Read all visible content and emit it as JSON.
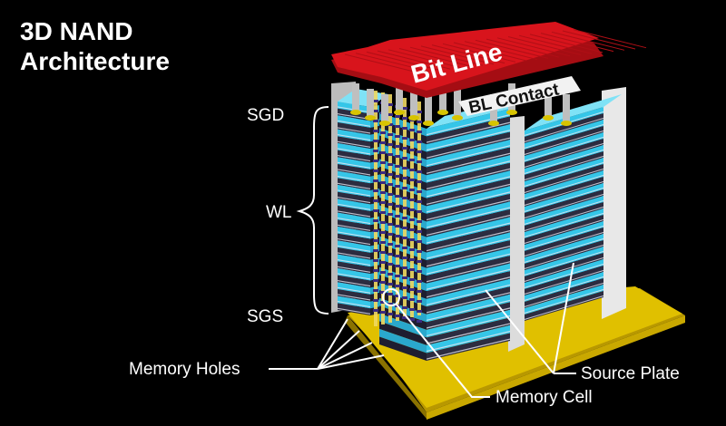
{
  "title": {
    "line1": "3D NAND",
    "line2": "Architecture"
  },
  "labels": {
    "sgd": "SGD",
    "wl": "WL",
    "sgs": "SGS",
    "memory_holes": "Memory Holes",
    "source_plate": "Source Plate",
    "memory_cell": "Memory Cell",
    "bit_line": "Bit Line",
    "bl_contact": "BL Contact"
  },
  "colors": {
    "background": "#000000",
    "bit_line": "#d8141c",
    "layer_cyan": "#35c6e8",
    "layer_dark": "#2c2c40",
    "layer_light": "#e6e6f0",
    "base": "#d8b400",
    "source_plate": "#dcdcdc",
    "pillar": "#f0d860"
  },
  "layer_count": 30
}
